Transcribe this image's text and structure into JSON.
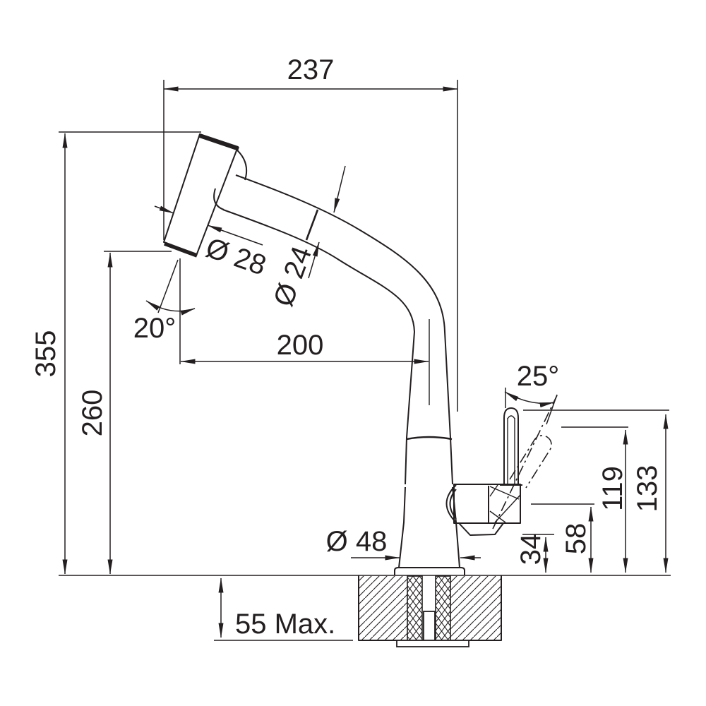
{
  "drawing": {
    "type": "technical-dimension-drawing",
    "subject": "kitchen pull-out spray tap, side elevation",
    "colors": {
      "line": "#231f20",
      "background": "#ffffff"
    },
    "dims": {
      "overall_width": "237",
      "overall_height": "355",
      "spout_height": "260",
      "spout_tilt_angle": "20°",
      "head_diameter": "Ø 28",
      "spout_diameter": "Ø 24",
      "spout_reach": "200",
      "lever_angle": "25°",
      "lever_height_tilted": "119",
      "lever_height": "133",
      "body_height": "58",
      "body_lower_height": "34",
      "base_diameter": "Ø 48",
      "deck_thickness_max": "55 Max."
    }
  }
}
